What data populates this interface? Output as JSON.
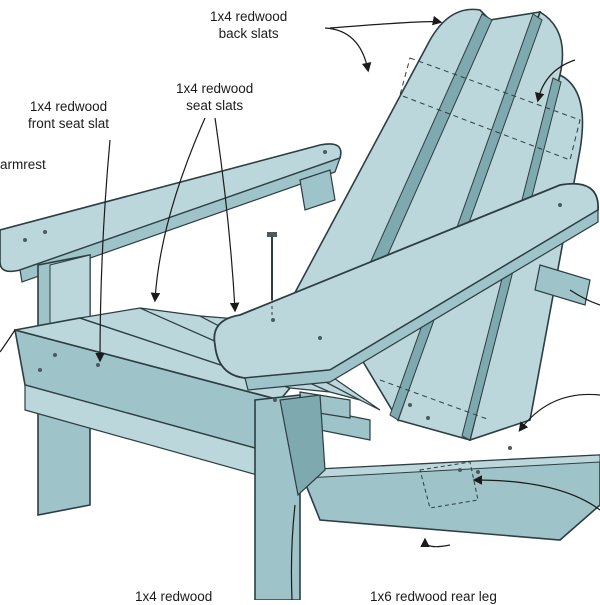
{
  "labels": {
    "back_slats": [
      "1x4 redwood",
      "back slats"
    ],
    "seat_slats": [
      "1x4 redwood",
      "seat slats"
    ],
    "front_seat_slat": [
      "1x4 redwood",
      "front seat slat"
    ],
    "armrest": "armrest",
    "bottom_left": "1x4 redwood",
    "rear_leg": "1x6 redwood rear leg"
  },
  "colors": {
    "wood_light": "#bcd7db",
    "wood_mid": "#9ec3c8",
    "wood_dark": "#7ea9af",
    "outline": "#2c3e42",
    "leader": "#1b1b1b",
    "hardware": "#4a5a5e"
  }
}
